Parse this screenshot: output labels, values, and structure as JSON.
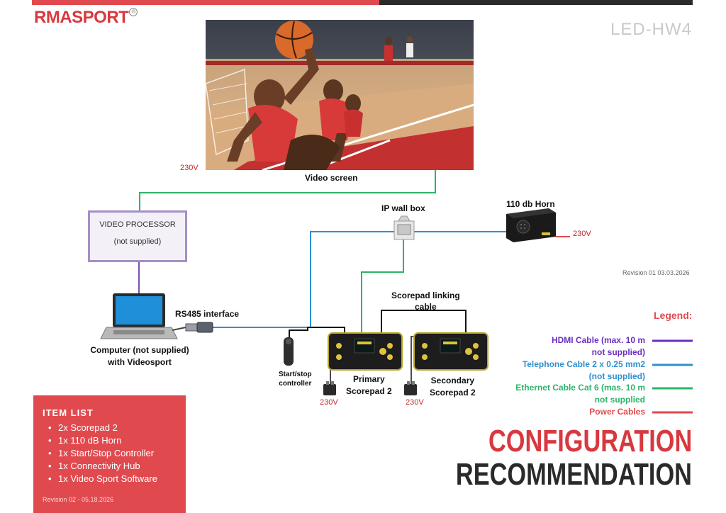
{
  "brand": {
    "name_part1": "RMA",
    "name_part2": "SPORT",
    "reg_mark": "®"
  },
  "model": "LED-HW4",
  "video_screen": {
    "label": "Video screen",
    "voltage": "230V"
  },
  "video_processor": {
    "line1": "VIDEO PROCESSOR",
    "line2": "(not supplied)"
  },
  "computer": {
    "line1": "Computer (not supplied)",
    "line2": "with Videosport"
  },
  "rs485": {
    "label": "RS485 interface"
  },
  "ip_wall_box": {
    "label": "IP wall box"
  },
  "horn": {
    "label": "110 db Horn",
    "voltage": "230V"
  },
  "linking_cable": {
    "line1": "Scorepad linking",
    "line2": "cable"
  },
  "startstop": {
    "line1": "Start/stop",
    "line2": "controller"
  },
  "primary": {
    "line1": "Primary",
    "line2": "Scorepad 2",
    "voltage": "230V"
  },
  "secondary": {
    "line1": "Secondary",
    "line2": "Scorepad 2",
    "voltage": "230V"
  },
  "revision_right": "Revision 01 03.03.2026",
  "legend": {
    "title": "Legend:",
    "items": [
      {
        "line1": "HDMI Cable (max. 10 m",
        "line2": "not supplied)",
        "color": "#6a2fc0"
      },
      {
        "line1": "Telephone Cable 2 x 0.25 mm2",
        "line2": "(not supplied)",
        "color": "#2f8fd0"
      },
      {
        "line1": "Ethernet Cable Cat 6 (mas. 10 m",
        "line2": "not supplied",
        "color": "#2bb46a"
      },
      {
        "line1": "Power Cables",
        "line2": "",
        "color": "#e04a4f"
      }
    ]
  },
  "item_list": {
    "title": "ITEM LIST",
    "items": [
      "2x Scorepad 2",
      "1x 110 dB Horn",
      "1x Start/Stop Controller",
      "1x Connectivity Hub",
      "1x Video Sport Software"
    ],
    "revision": "Revision 02 - 05.18.2026"
  },
  "headline": {
    "line1": "CONFIGURATION",
    "line2": "RECOMMENDATION"
  },
  "colors": {
    "accent": "#e04a4f",
    "hdmi": "#6a2fc0",
    "telephone": "#2f8fd0",
    "ethernet": "#2bb46a",
    "power": "#e04a4f",
    "purple_line": "#7b4fb0"
  }
}
